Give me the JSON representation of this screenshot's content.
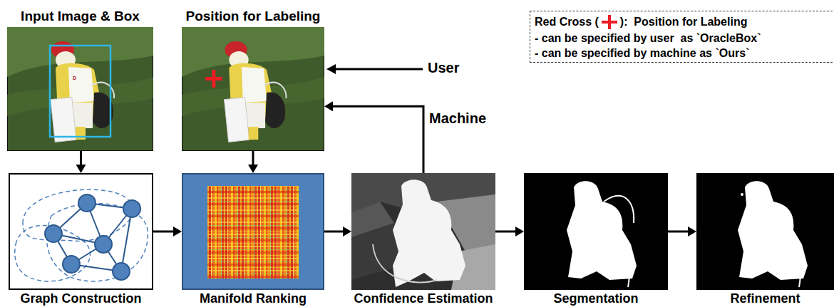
{
  "diagram": {
    "nodes": [
      {
        "text": [
          "Input Image & Box"
        ]
      },
      {
        "text": [
          "Position for Labeling"
        ]
      },
      {
        "text": [
          "Graph Construction"
        ]
      },
      {
        "text": [
          "Manifold Ranking"
        ]
      },
      {
        "text": [
          "Confidence Estimation"
        ]
      },
      {
        "text": [
          "Segmentation"
        ]
      },
      {
        "text": [
          "Refinement"
        ]
      }
    ],
    "edges": [
      {
        "from": 0,
        "to": 2,
        "arrow": "to"
      },
      {
        "from": 1,
        "to": 3,
        "arrow": "to"
      },
      {
        "from": 2,
        "to": 3,
        "arrow": "to"
      },
      {
        "from": 3,
        "to": 4,
        "arrow": "to"
      },
      {
        "from": 4,
        "to": 5,
        "arrow": "to"
      },
      {
        "from": 5,
        "to": 6,
        "arrow": "to"
      },
      {
        "from": 4,
        "to": 1,
        "label": "Machine",
        "arrow": "to"
      }
    ],
    "labels": [
      "User",
      "Red Cross (",
      "):  Position for Labeling",
      "- can be specified by user  as `OracleBox`",
      "- can be specified by machine as `Ours`"
    ]
  }
}
